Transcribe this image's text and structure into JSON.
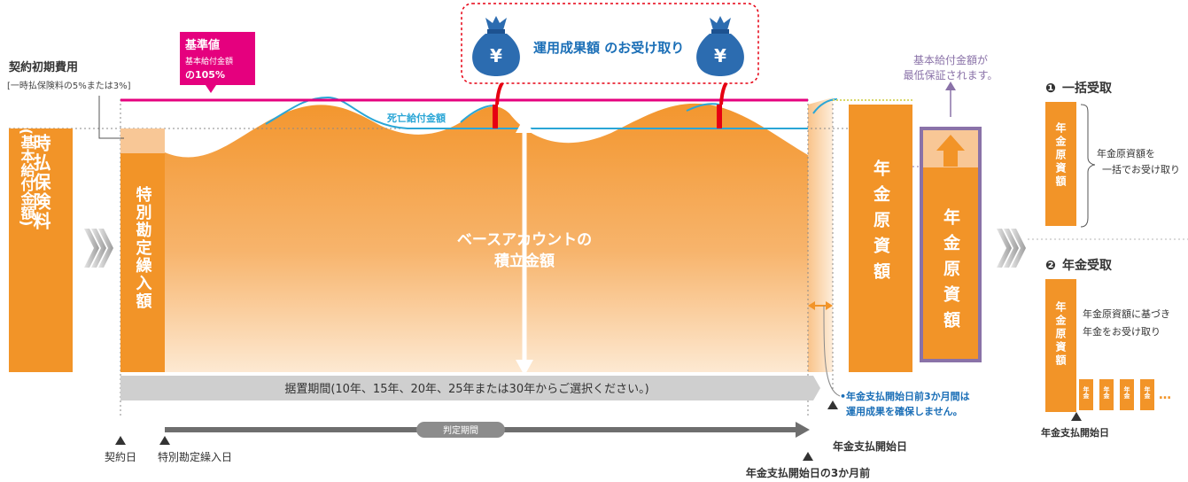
{
  "labels": {
    "initial_cost_title": "契約初期費用",
    "initial_cost_note": "[一時払保険料の5%または3%]",
    "standard_value_title": "基準値",
    "standard_value_line1": "基本給付金額",
    "standard_value_line2": "の105%",
    "profit_receipt": "運用成果額 のお受け取り",
    "yen": "¥",
    "death_benefit": "死亡給付金額",
    "min_guarantee_line1": "基本給付金額が",
    "min_guarantee_line2": "最低保証されます。",
    "premium_main": "一時払保険料",
    "premium_sub": "(基本給付金額)",
    "special_account": "特別勘定繰入額",
    "base_account_line1": "ベースアカウントの",
    "base_account_line2": "積立金額",
    "pension_principal": "年金原資額",
    "deferment_period": "据置期間(10年、15年、20年、25年または30年からご選択ください。)",
    "judgment_period": "判定期間",
    "contract_date": "契約日",
    "special_account_date": "特別勘定繰入日",
    "pension_start_date": "年金支払開始日",
    "three_months_before": "年金支払開始日の3か月前",
    "no_guarantee_line1": "•年金支払開始日前3か月間は",
    "no_guarantee_line2": "運用成果を確保しません。"
  },
  "right_panel": {
    "option1_number": "❶",
    "option1_title": "一括受取",
    "option1_desc_line1": "年金原資額を",
    "option1_desc_line2": "一括でお受け取り",
    "option2_number": "❷",
    "option2_title": "年金受取",
    "option2_desc_line1": "年金原資額に基づき",
    "option2_desc_line2": "年金をお受け取り",
    "pension_box": "年金原資額",
    "small_box": "年金",
    "ellipsis": "…",
    "pension_start_date": "年金支払開始日"
  },
  "colors": {
    "orange": "#f29428",
    "magenta": "#e5007e",
    "blue_line": "#2aa6d6",
    "text_blue": "#1b6fb7",
    "red": "#e60012",
    "purple": "#8a72a8",
    "gray_bar": "#cfcfcf"
  }
}
